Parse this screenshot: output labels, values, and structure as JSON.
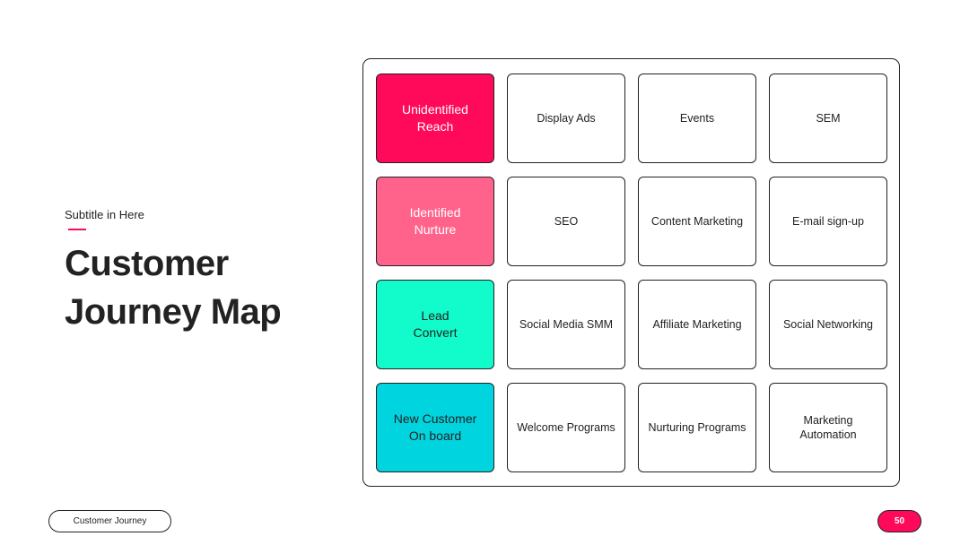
{
  "slide": {
    "subtitle": "Subtitle in Here",
    "title_line1": "Customer",
    "title_line2": "Journey Map",
    "footer_label": "Customer Journey",
    "page_number": "50",
    "accent_color": "#ff0a5a"
  },
  "rows": [
    {
      "stage": [
        "Unidentified",
        "Reach"
      ],
      "stage_color": "#ff0a5a",
      "items": [
        "Display Ads",
        "Events",
        "SEM"
      ]
    },
    {
      "stage": [
        "Identified",
        "Nurture"
      ],
      "stage_color": "#ff638c",
      "items": [
        "SEO",
        "Content Marketing",
        "E-mail sign-up"
      ]
    },
    {
      "stage": [
        "Lead",
        "Convert"
      ],
      "stage_color": "#11fbcb",
      "items": [
        "Social Media SMM",
        "Affiliate Marketing",
        "Social Networking"
      ]
    },
    {
      "stage": [
        "New Customer",
        "On board"
      ],
      "stage_color": "#00d4de",
      "items": [
        "Welcome Programs",
        "Nurturing Programs",
        "Marketing Automation"
      ]
    }
  ]
}
